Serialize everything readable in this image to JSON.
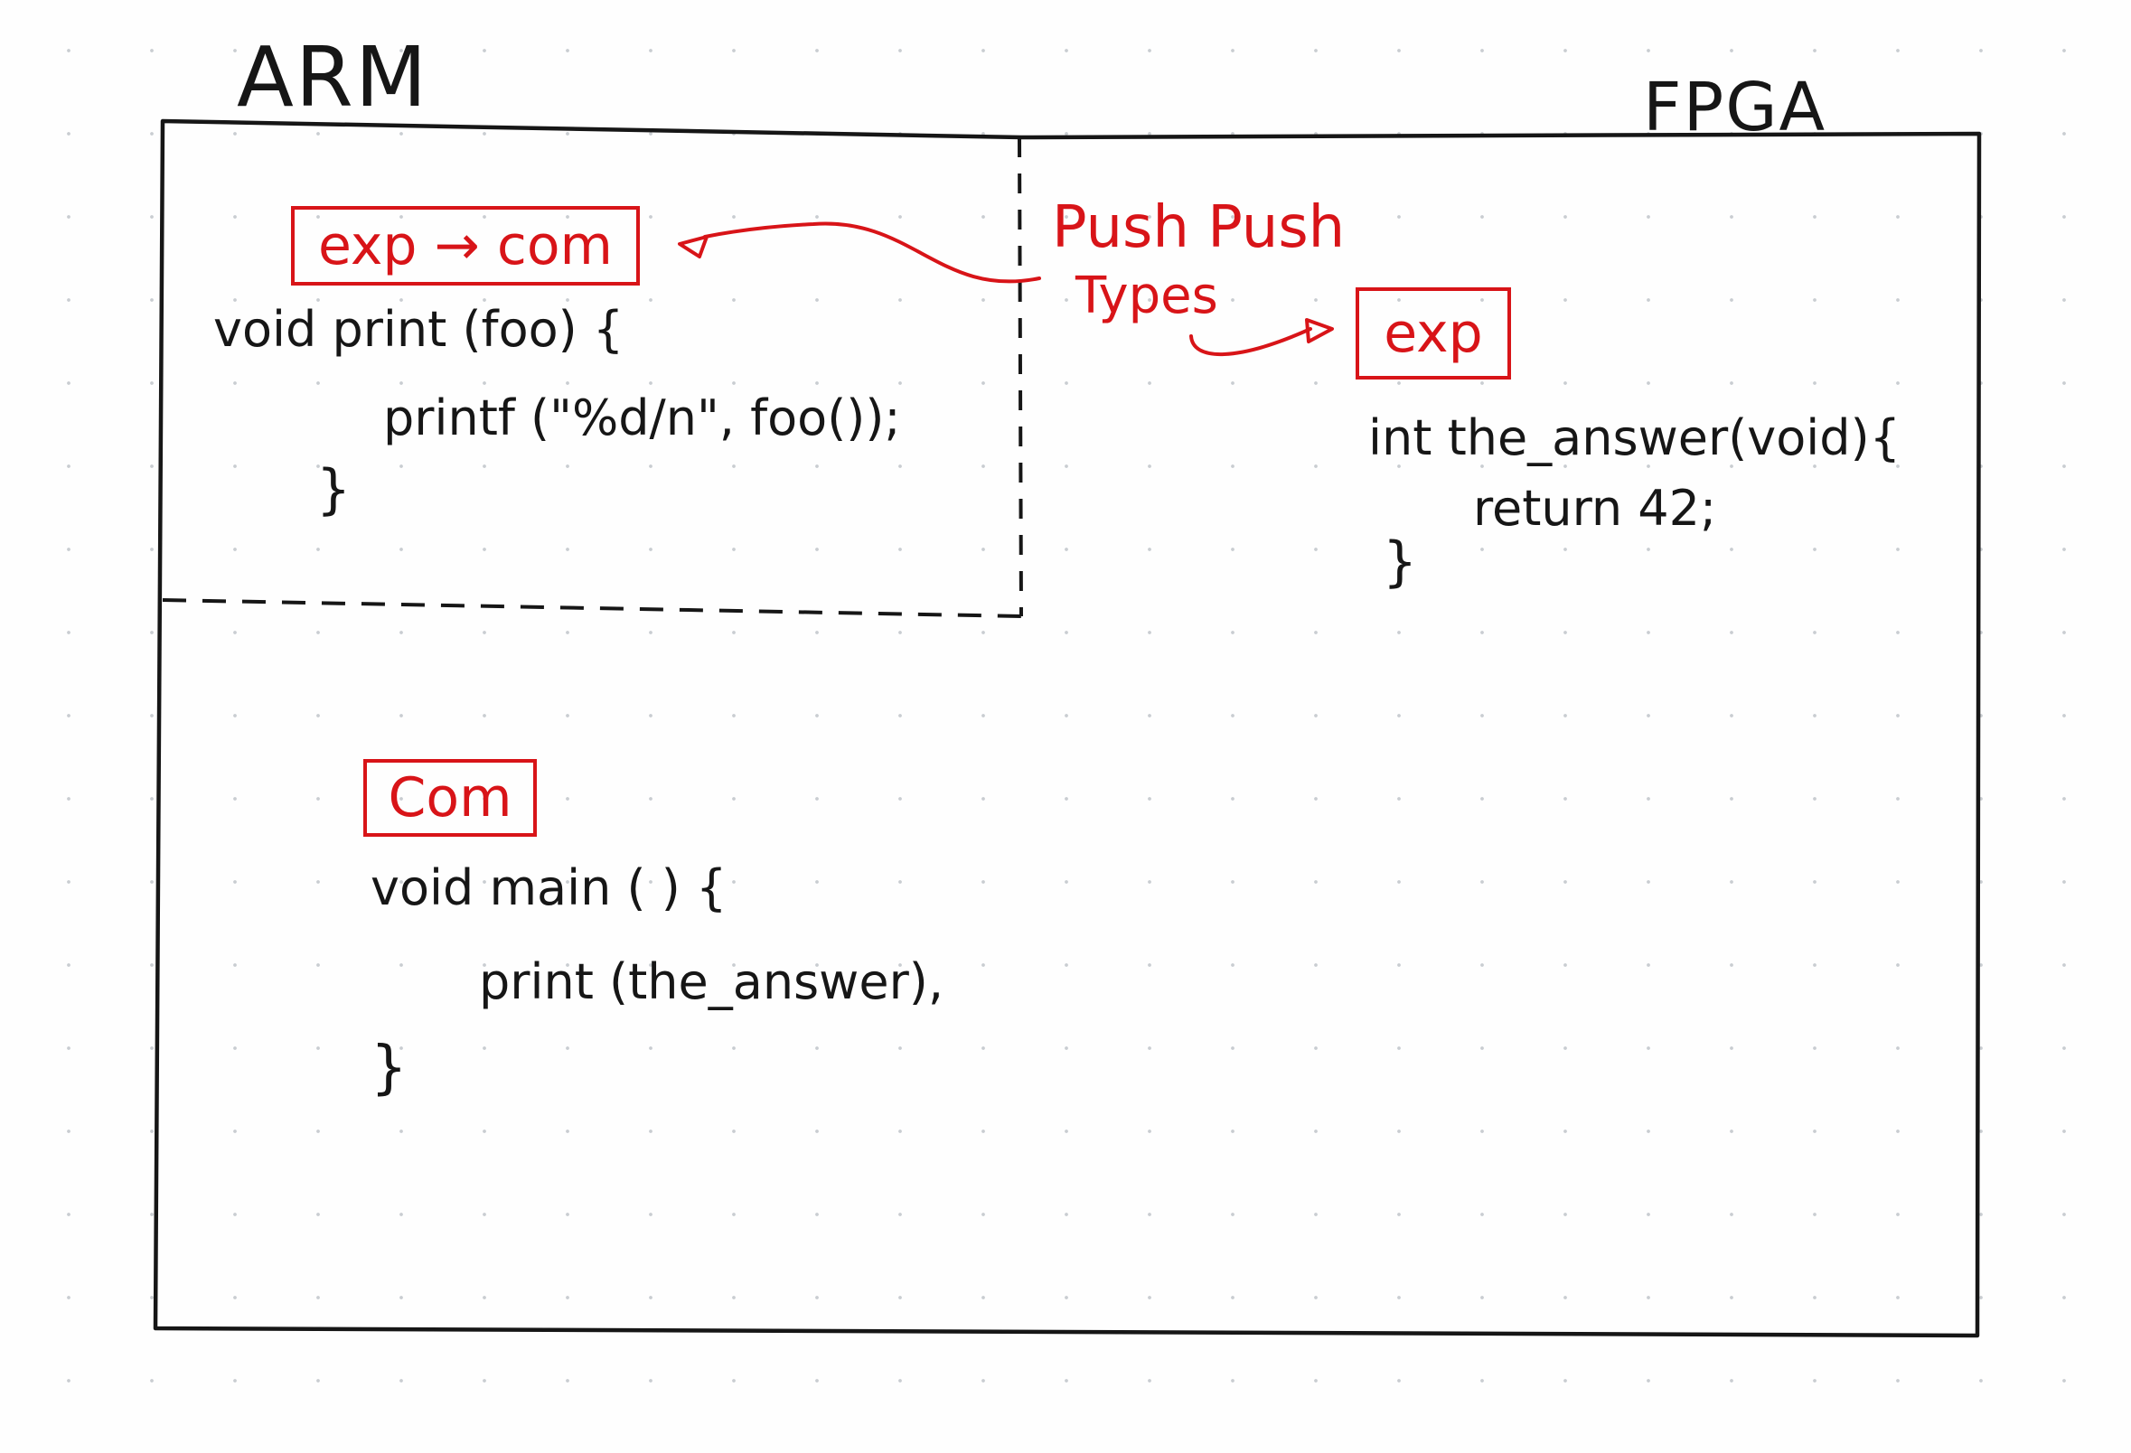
{
  "labels": {
    "arm": "ARM",
    "fpga": "FPGA"
  },
  "annotations": {
    "push_push": "Push Push",
    "types": "Types"
  },
  "tags": {
    "exp_to_com": "exp → com",
    "exp": "exp",
    "com": "Com"
  },
  "code": {
    "print_fn": {
      "line1": "void print (foo) {",
      "line2": "printf (\"%d/n\", foo());",
      "line3": "}"
    },
    "answer_fn": {
      "line1": "int the_answer(void){",
      "line2": "return 42;",
      "line3": "}"
    },
    "main_fn": {
      "line1": "void main ( ) {",
      "line2": "print (the_answer),",
      "line3": "}"
    }
  },
  "colors": {
    "ink": "#161616",
    "annotation_red": "#d81418",
    "dot_grid": "#c9cdd1"
  }
}
